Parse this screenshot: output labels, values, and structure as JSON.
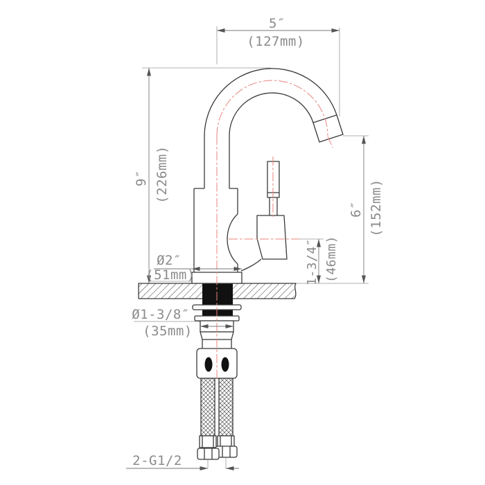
{
  "drawing": {
    "kind": "faucet installation dimension drawing",
    "dimensions": {
      "spout_reach": {
        "in": "5″",
        "mm": "(127mm)"
      },
      "overall_height": {
        "in": "9″",
        "mm": "(226mm)"
      },
      "outlet_height": {
        "in": "6″",
        "mm": "(152mm)"
      },
      "handle_to_deck": {
        "in": "1-3/4″",
        "mm": "(46mm)"
      },
      "base_diameter": {
        "in": "Ø2″",
        "mm": "(51mm)"
      },
      "hole_diameter": {
        "in": "Ø1-3/8″",
        "mm": "(35mm)"
      },
      "supply_thread": {
        "label": "2-G1/2"
      }
    },
    "colors": {
      "outline": "#383838",
      "dimension_line": "#777777",
      "dimension_text": "#8a8a8a",
      "centerline": "#e9837c",
      "solid_fill": "#111111",
      "background": "#ffffff"
    }
  }
}
